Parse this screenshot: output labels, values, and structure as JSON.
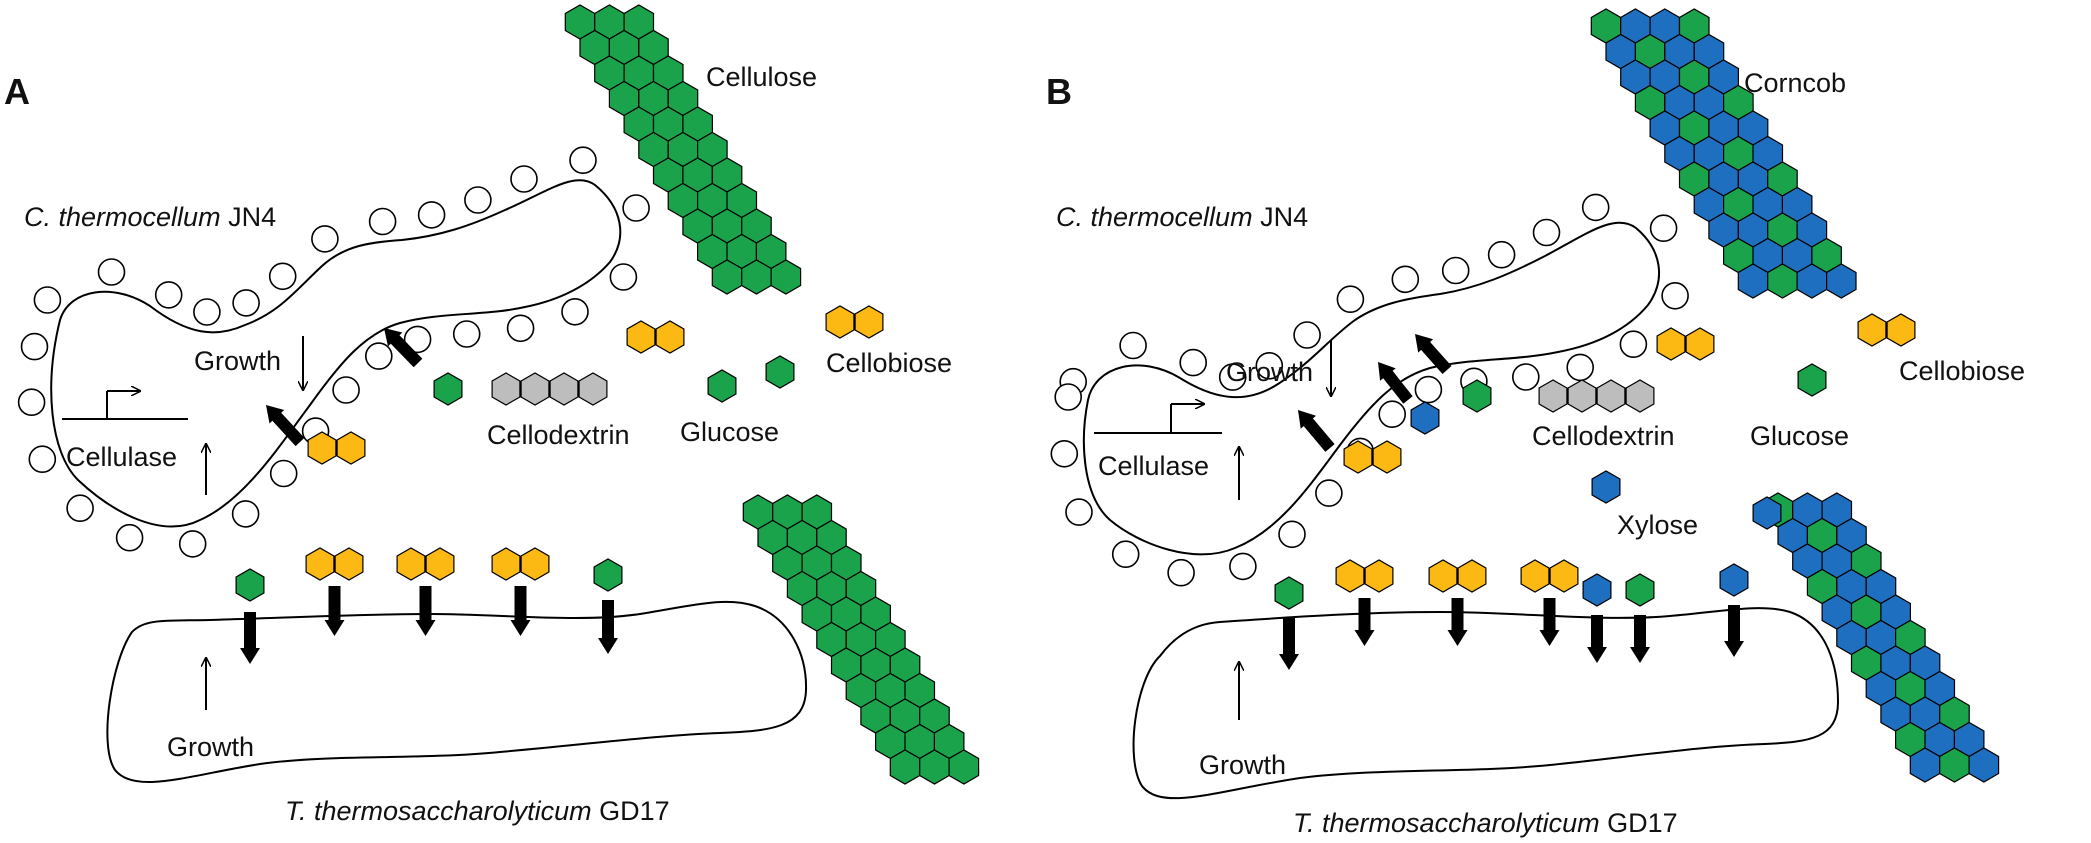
{
  "colors": {
    "glucose": "#1aa34a",
    "cellobiose": "#fdb913",
    "cellodextrin": "#bdbdbd",
    "xylose": "#1e6fc0",
    "arrow": "#000000"
  },
  "panel_a": {
    "label": "A",
    "substrate_label": "Cellulose",
    "upper_organism_species": "C. thermocellum",
    "upper_organism_strain": "JN4",
    "lower_organism_species": "T. thermosaccharolyticum",
    "lower_organism_strain": "GD17",
    "growth_label_upper": "Growth",
    "growth_label_lower": "Growth",
    "gene_label": "Cellulase",
    "cellobiose_label": "Cellobiose",
    "cellodextrin_label": "Cellodextrin",
    "glucose_label": "Glucose"
  },
  "panel_b": {
    "label": "B",
    "substrate_label": "Corncob",
    "upper_organism_species": "C. thermocellum",
    "upper_organism_strain": "JN4",
    "lower_organism_species": "T. thermosaccharolyticum",
    "lower_organism_strain": "GD17",
    "growth_label_upper": "Growth",
    "growth_label_lower": "Growth",
    "gene_label": "Cellulase",
    "cellobiose_label": "Cellobiose",
    "cellodextrin_label": "Cellodextrin",
    "glucose_label": "Glucose",
    "xylose_label": "Xylose"
  }
}
